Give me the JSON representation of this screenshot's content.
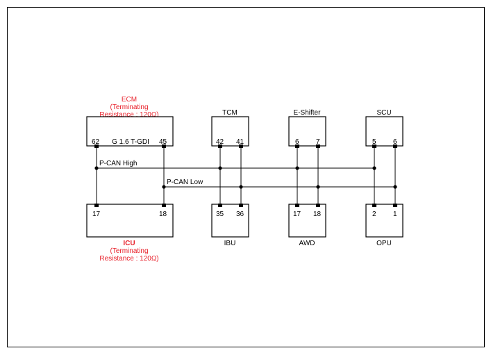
{
  "top_modules": {
    "ecm": {
      "title": "ECM",
      "note_line1": "(Terminating",
      "note_line2": "Resistance : 120Ω)",
      "center_label": "G 1.6 T-GDI",
      "pin_left": "62",
      "pin_right": "45"
    },
    "tcm": {
      "title": "TCM",
      "pin_left": "42",
      "pin_right": "41"
    },
    "eshifter": {
      "title": "E-Shifter",
      "pin_left": "6",
      "pin_right": "7"
    },
    "scu": {
      "title": "SCU",
      "pin_left": "5",
      "pin_right": "6"
    }
  },
  "bottom_modules": {
    "icu": {
      "title": "ICU",
      "note_line1": "(Terminating",
      "note_line2": "Resistance : 120Ω)",
      "pin_left": "17",
      "pin_right": "18"
    },
    "ibu": {
      "title": "IBU",
      "pin_left": "35",
      "pin_right": "36"
    },
    "awd": {
      "title": "AWD",
      "pin_left": "17",
      "pin_right": "18"
    },
    "opu": {
      "title": "OPU",
      "pin_left": "2",
      "pin_right": "1"
    }
  },
  "bus": {
    "high_label": "P-CAN High",
    "low_label": "P-CAN Low"
  },
  "colors": {
    "termination_text": "#e8202a",
    "lines": "#000000"
  }
}
